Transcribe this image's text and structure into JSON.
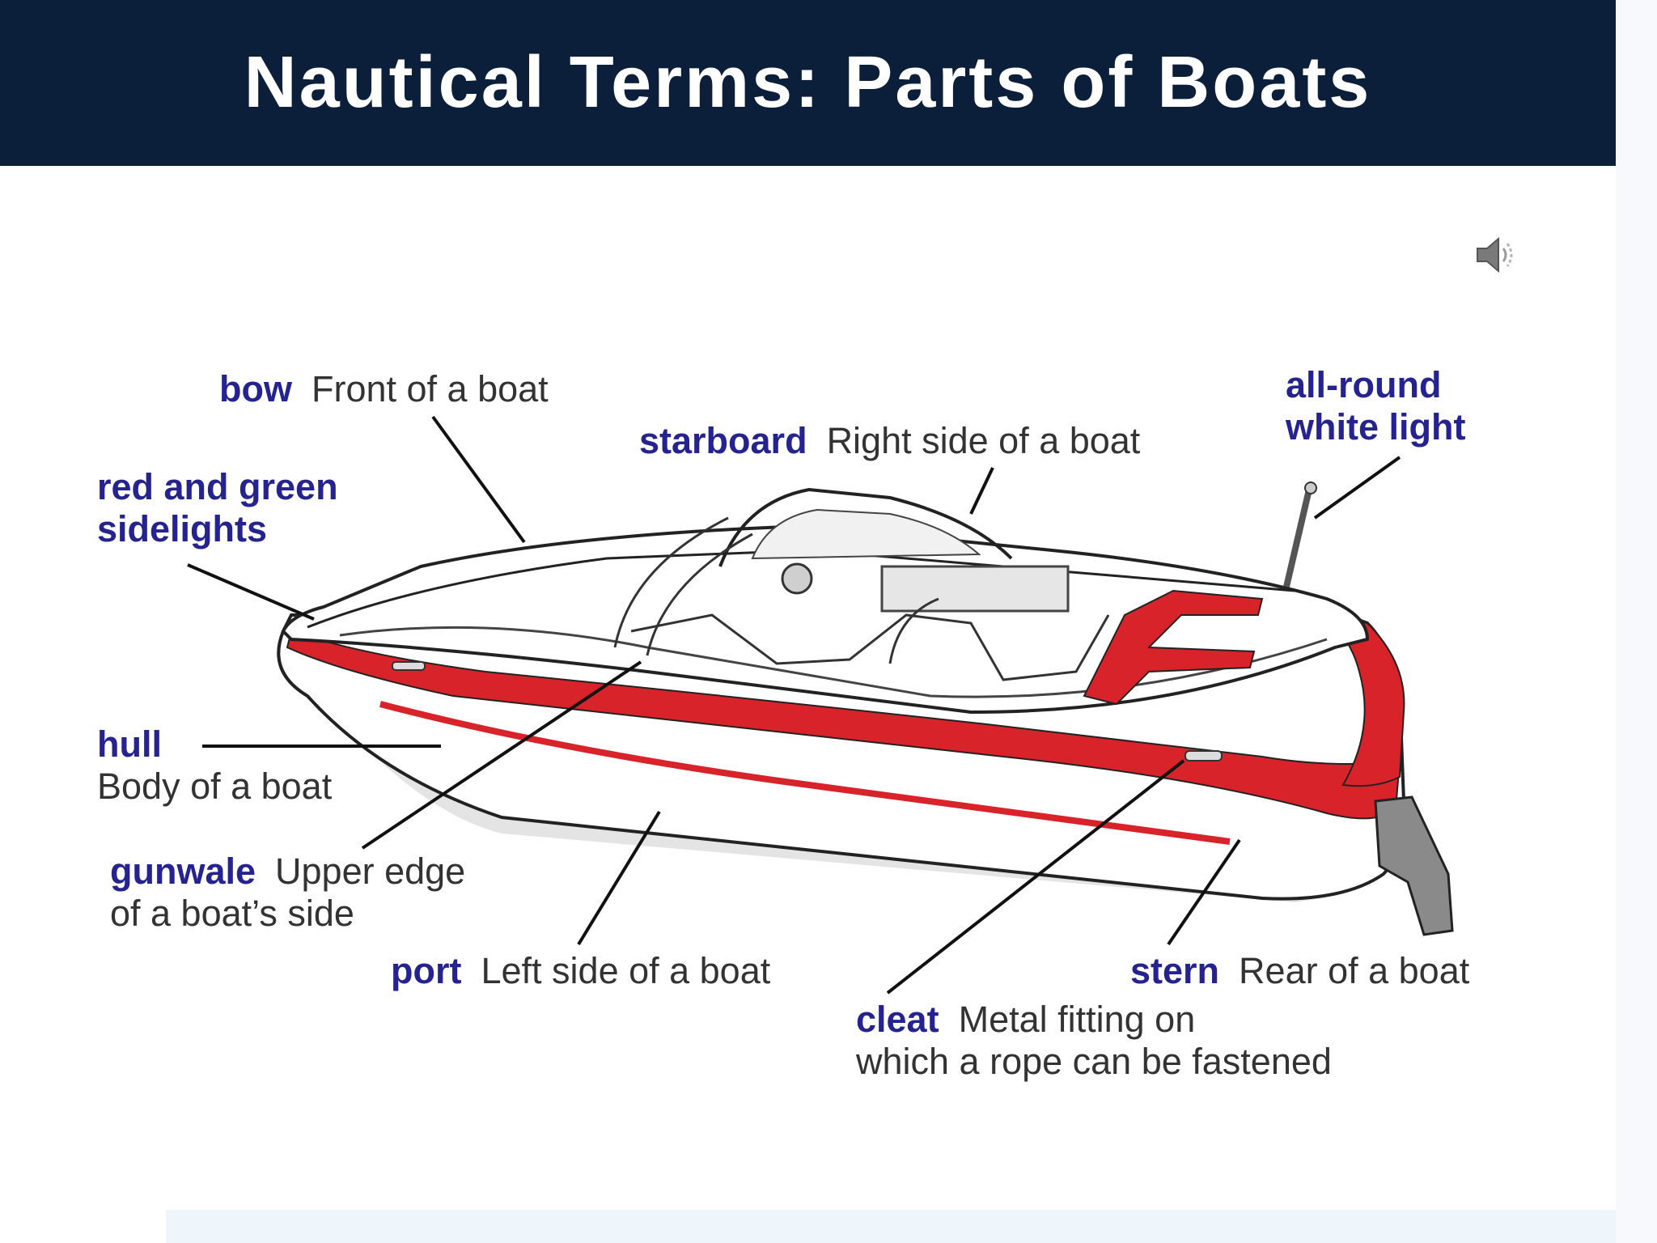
{
  "title": "Nautical Terms: Parts of Boats",
  "colors": {
    "title_bg": "#0c1f3a",
    "term": "#24238f",
    "definition": "#333333",
    "hull_stripe": "#d8232a"
  },
  "speaker_icon": "speaker-icon",
  "labels": {
    "bow": {
      "term": "bow",
      "definition": "Front of a boat"
    },
    "starboard": {
      "term": "starboard",
      "definition": "Right side of a boat"
    },
    "allround": {
      "term_line1": "all-round",
      "term_line2": "white light"
    },
    "sidelights": {
      "term_line1": "red and green",
      "term_line2": "sidelights"
    },
    "hull": {
      "term": "hull",
      "definition": "Body of a boat"
    },
    "gunwale": {
      "term": "gunwale",
      "definition_line1": "Upper edge",
      "definition_line2": "of a boat’s side"
    },
    "port": {
      "term": "port",
      "definition": "Left side of a boat"
    },
    "stern": {
      "term": "stern",
      "definition": "Rear of a boat"
    },
    "cleat": {
      "term": "cleat",
      "definition_line1": "Metal fitting on",
      "definition_line2": "which a rope can be fastened"
    }
  }
}
